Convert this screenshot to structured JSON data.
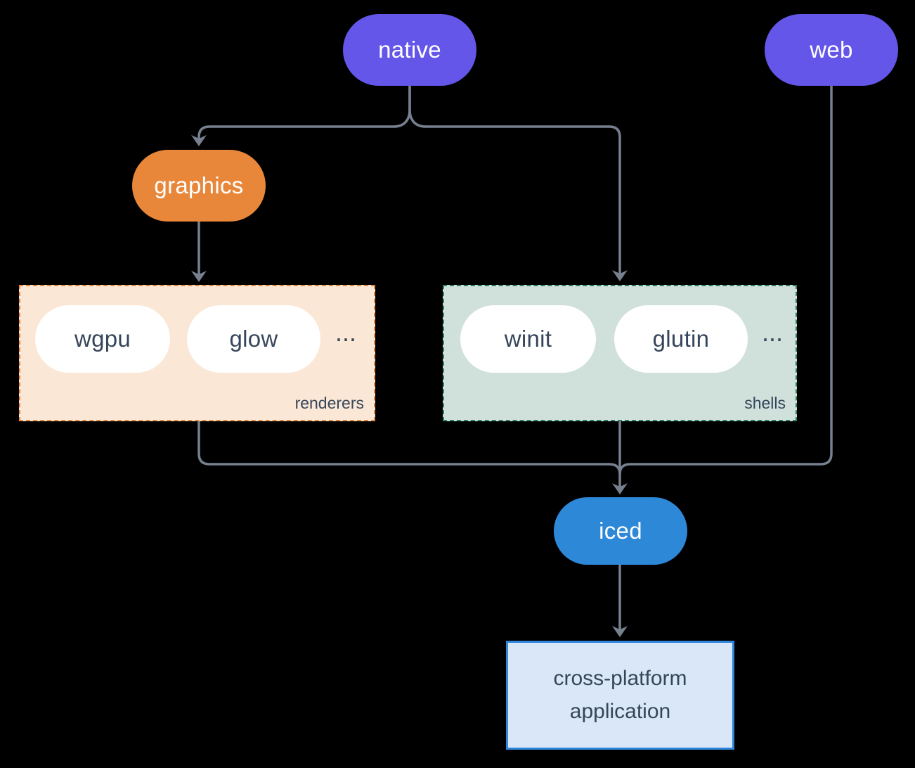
{
  "diagram": {
    "nodes": {
      "native": {
        "label": "native"
      },
      "web": {
        "label": "web"
      },
      "graphics": {
        "label": "graphics"
      },
      "iced": {
        "label": "iced"
      },
      "application": {
        "line1": "cross-platform",
        "line2": "application"
      }
    },
    "groups": {
      "renderers": {
        "label": "renderers",
        "items": [
          "wgpu",
          "glow"
        ],
        "ellipsis": "..."
      },
      "shells": {
        "label": "shells",
        "items": [
          "winit",
          "glutin"
        ],
        "ellipsis": "..."
      }
    },
    "colors": {
      "background": "#000000",
      "native_web_fill": "#6456e8",
      "graphics_fill": "#e8873a",
      "iced_fill": "#2e88d8",
      "renderers_box_fill": "#fbe7d6",
      "renderers_box_border": "#e8873a",
      "shells_box_fill": "#d0e0da",
      "shells_box_border": "#2e7d68",
      "application_box_fill": "#d9e7f8",
      "application_box_border": "#2f86dc",
      "pill_text_light": "#ffffff",
      "text_dark": "#36465a",
      "edge": "#76808f"
    }
  }
}
